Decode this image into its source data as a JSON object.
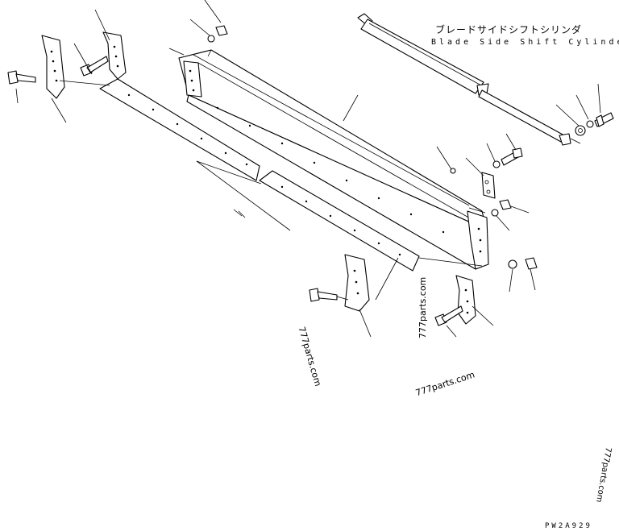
{
  "labels": {
    "part_name_jp": "ブレードサイドシフトシリンダ",
    "part_name_en": "Blade Side Shift Cylinder",
    "drawing_code": "PW2A929"
  },
  "watermarks": [
    "777parts.com",
    "777parts.com",
    "777parts.com",
    "777parts.com"
  ],
  "colors": {
    "ink": "#000000",
    "paper": "#ffffff"
  }
}
